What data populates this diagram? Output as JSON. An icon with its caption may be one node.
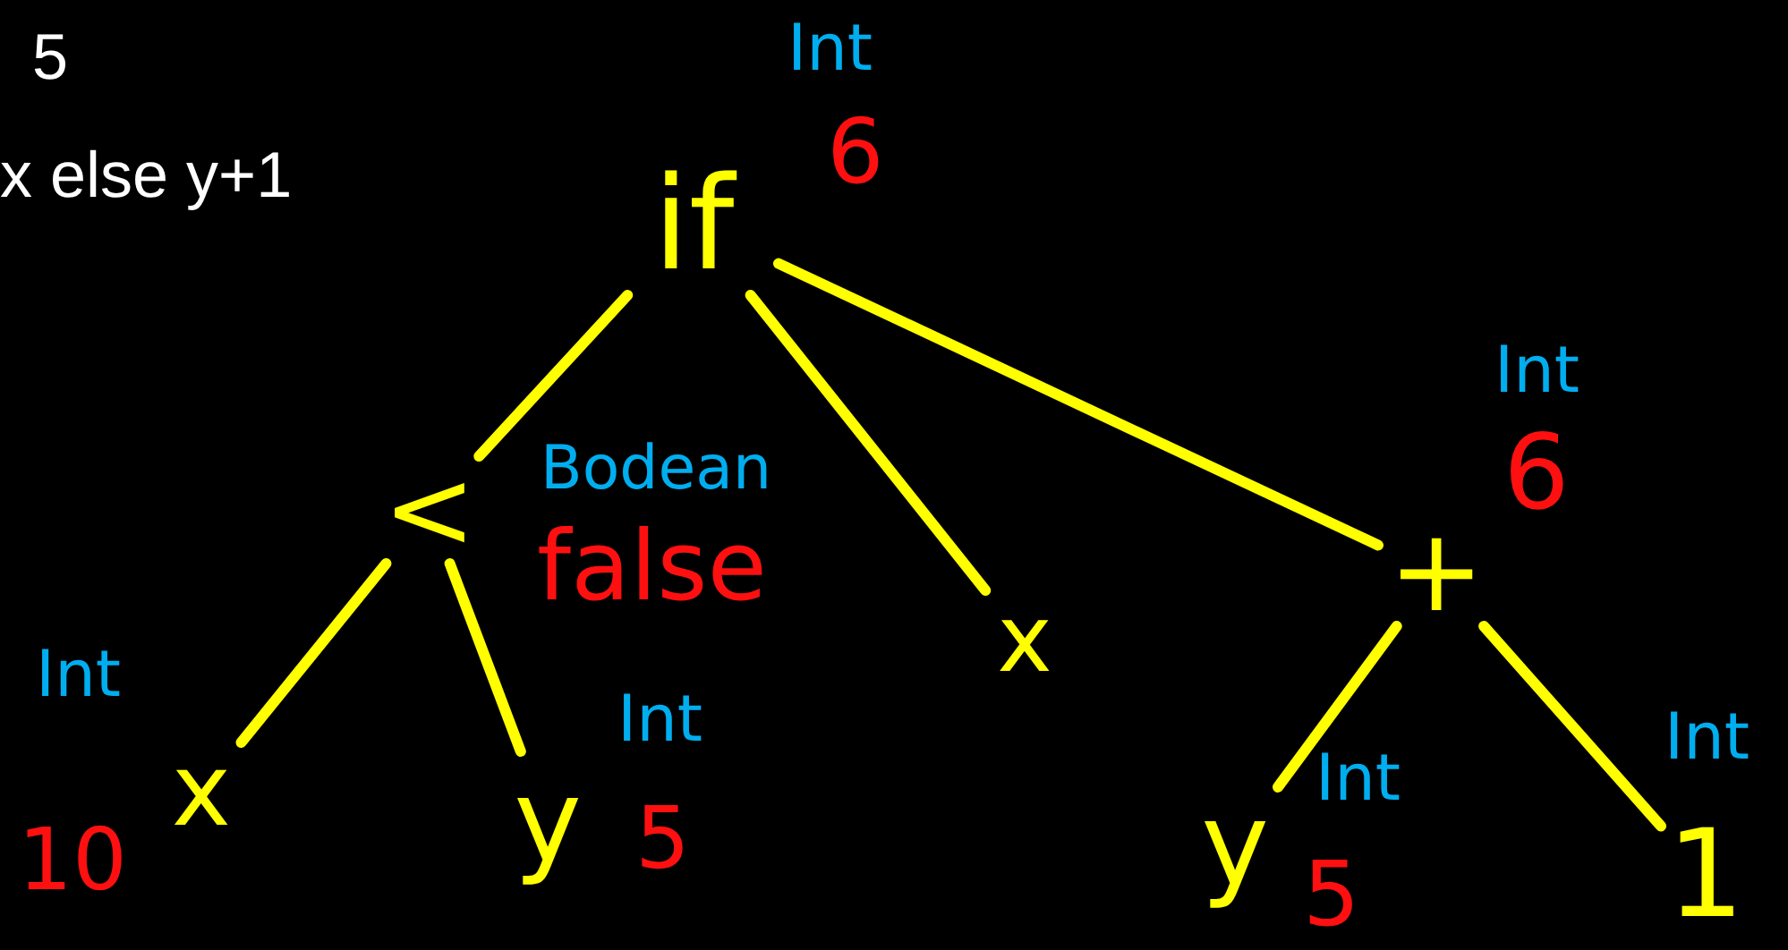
{
  "diagram": {
    "nodes": [
      {
        "text": [
          "if"
        ],
        "beside": [
          "Int",
          "6"
        ]
      },
      {
        "text": [
          "<"
        ],
        "beside": [
          "Bodean",
          "false"
        ]
      },
      {
        "text": [
          "x"
        ],
        "beside": [
          "Int",
          "10"
        ]
      },
      {
        "text": [
          "y"
        ],
        "beside": [
          "Int",
          "5"
        ]
      },
      {
        "text": [
          "x"
        ]
      },
      {
        "text": [
          "+"
        ],
        "beside": [
          "Int",
          "6"
        ]
      },
      {
        "text": [
          "y"
        ],
        "beside": [
          "Int",
          "5"
        ]
      },
      {
        "text": [
          "1"
        ],
        "beside": [
          "Int"
        ]
      }
    ],
    "edges": [
      {
        "from": 0,
        "to": 1,
        "arrow": "none"
      },
      {
        "from": 0,
        "to": 4,
        "arrow": "none"
      },
      {
        "from": 0,
        "to": 5,
        "arrow": "none"
      },
      {
        "from": 1,
        "to": 2,
        "arrow": "none"
      },
      {
        "from": 1,
        "to": 3,
        "arrow": "none"
      },
      {
        "from": 5,
        "to": 6,
        "arrow": "none"
      },
      {
        "from": 5,
        "to": 7,
        "arrow": "none"
      }
    ],
    "labels": [
      "5",
      "x else y+1"
    ]
  }
}
